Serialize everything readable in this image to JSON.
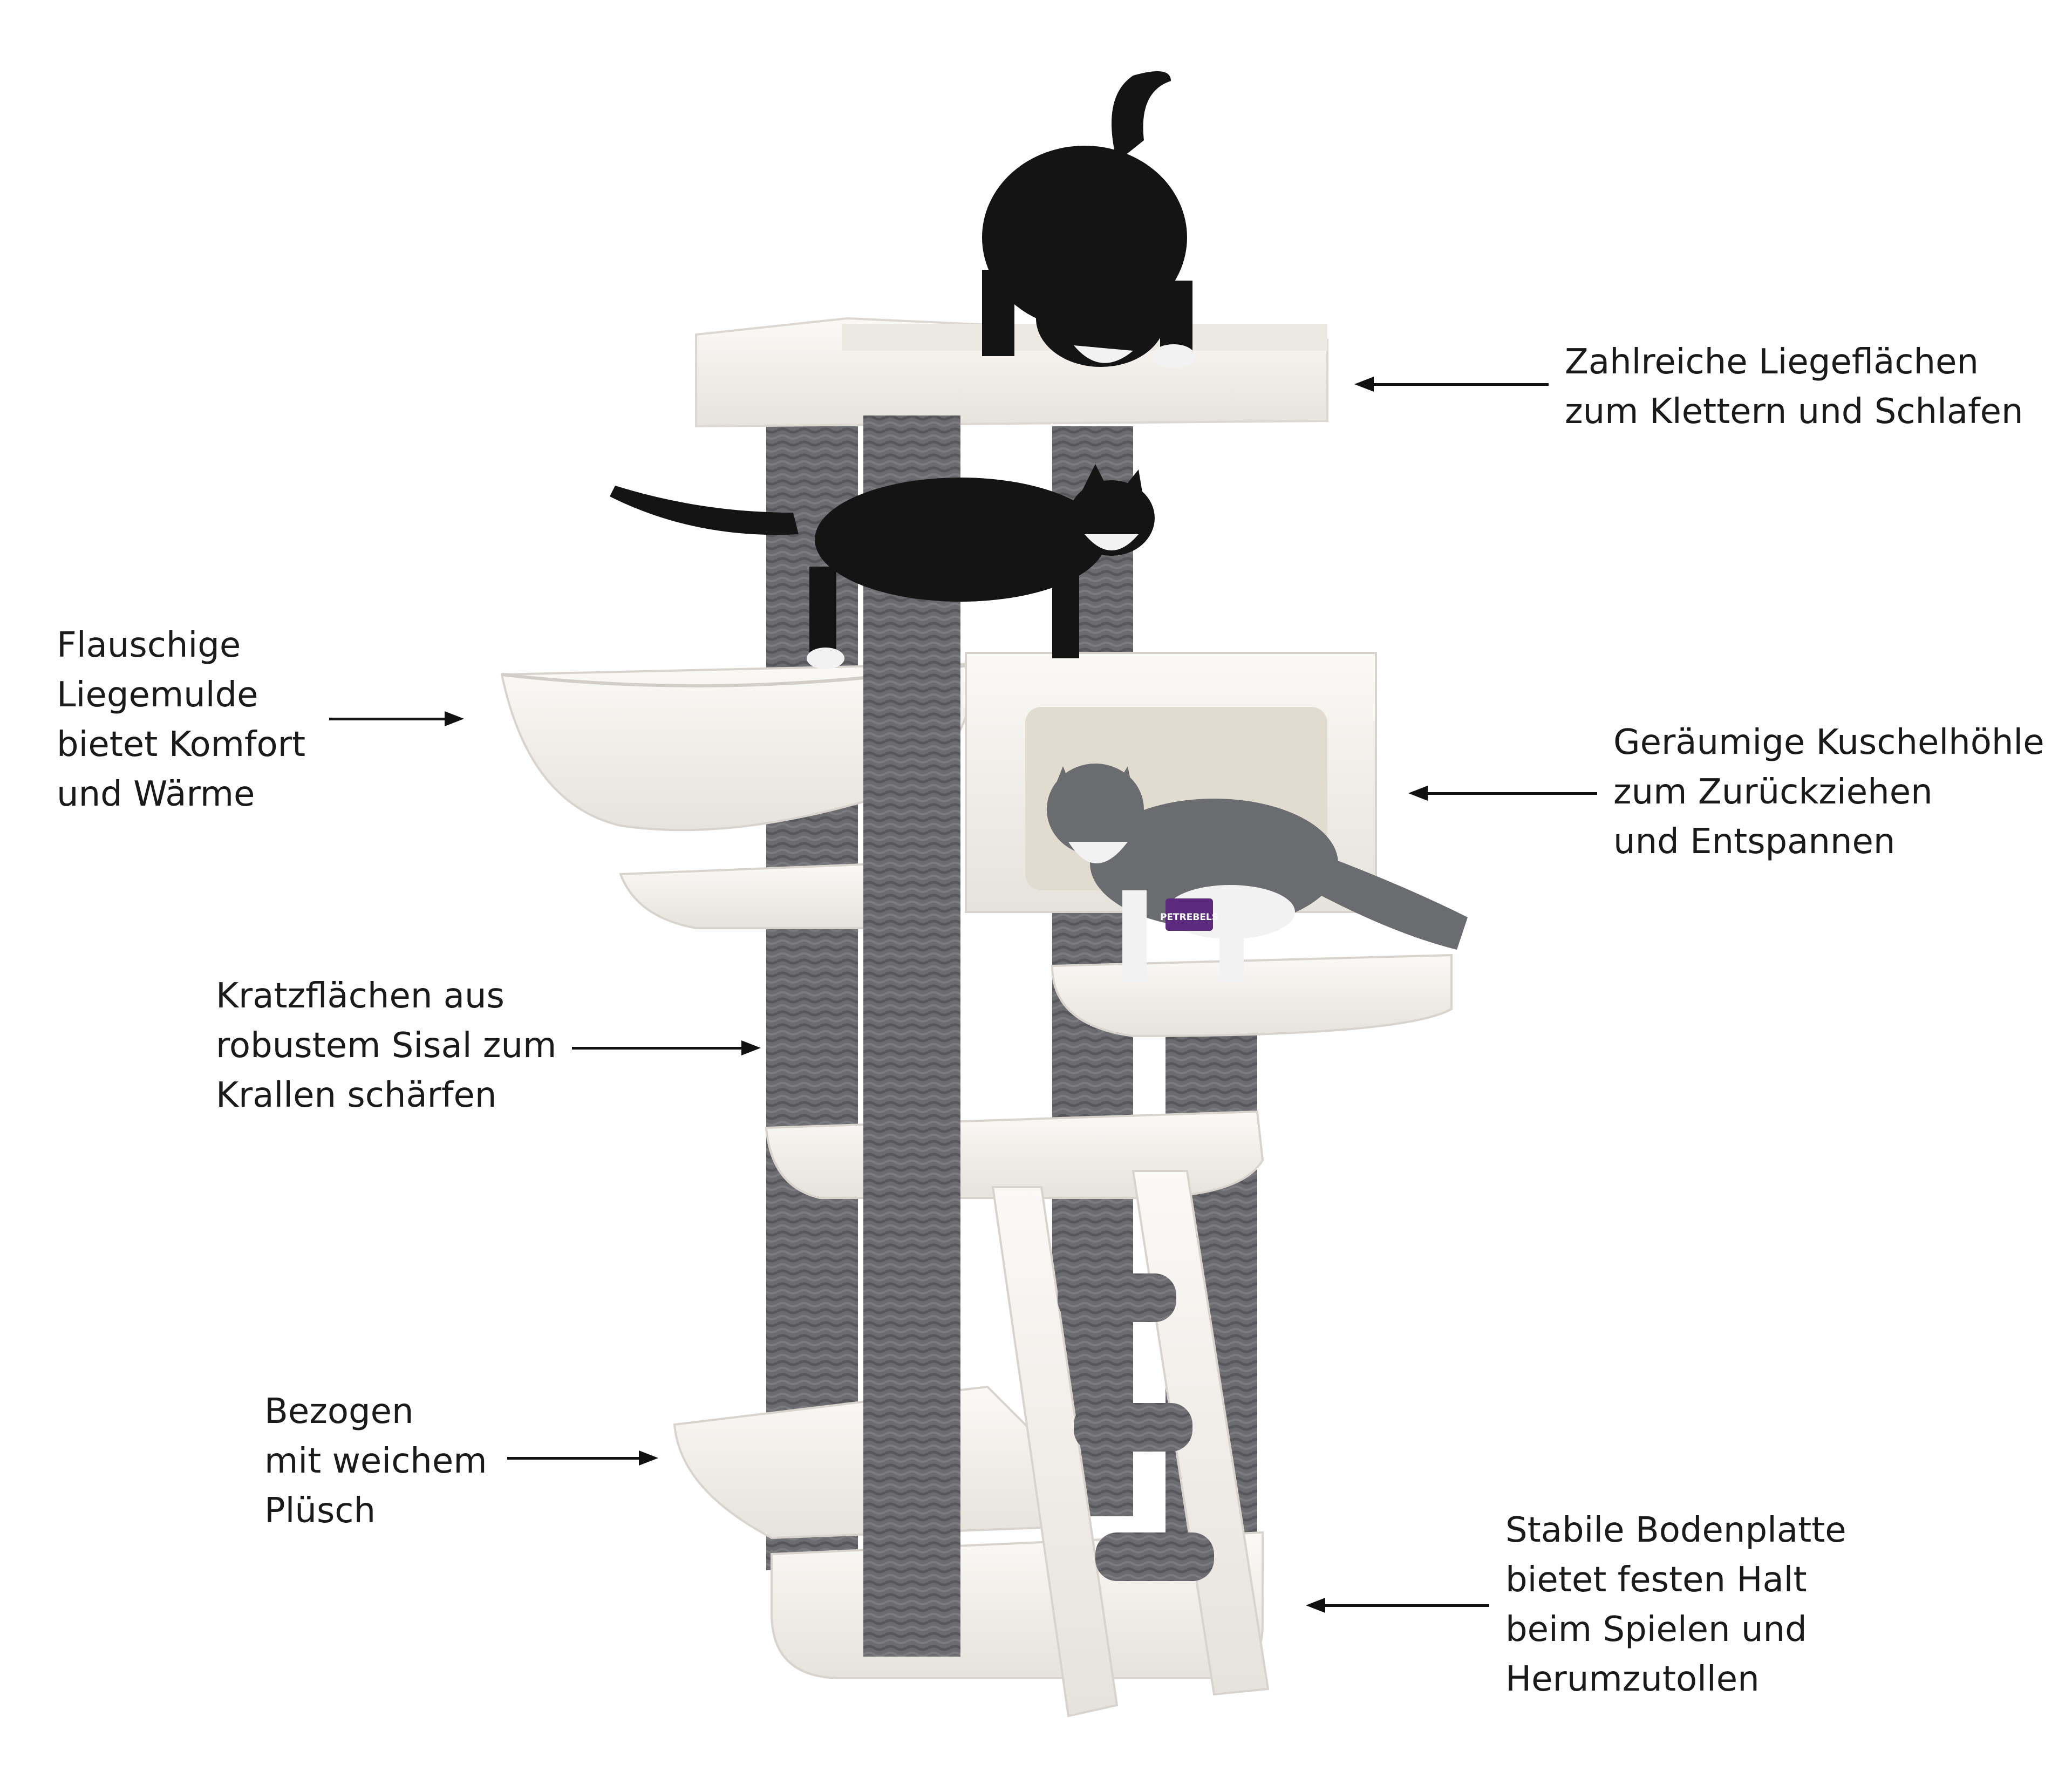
{
  "annotations": [
    {
      "id": "lying-surfaces",
      "lines": [
        "Zahlreiche Liegeflächen",
        "zum Klettern und Schlafen"
      ]
    },
    {
      "id": "hammock",
      "lines": [
        "Flauschige",
        "Liegemulde",
        "bietet Komfort",
        "und Wärme"
      ]
    },
    {
      "id": "cave",
      "lines": [
        "Geräumige Kuschelhöhle",
        "zum Zurückziehen",
        "und Entspannen"
      ]
    },
    {
      "id": "sisal",
      "lines": [
        "Kratzflächen aus",
        "robustem Sisal zum",
        "Krallen schärfen"
      ]
    },
    {
      "id": "plush",
      "lines": [
        "Bezogen",
        "mit weichem",
        "Plüsch"
      ]
    },
    {
      "id": "base",
      "lines": [
        "Stabile Bodenplatte",
        "bietet festen Halt",
        "beim Spielen und",
        "Herumzutollen"
      ]
    }
  ],
  "badge": {
    "text": "PETREBELS",
    "color": "#5b2a7e"
  },
  "colors": {
    "plush": "#f4f1ec",
    "sisal": "#6c6c70",
    "cat_black": "#141414",
    "cat_grey": "#6b6c70"
  }
}
